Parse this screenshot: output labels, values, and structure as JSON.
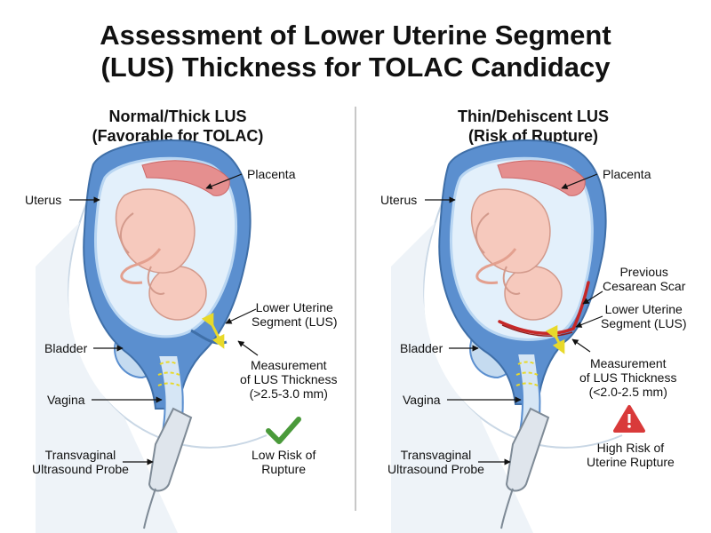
{
  "title": {
    "line1": "Assessment of Lower Uterine Segment",
    "line2": "(LUS) Thickness for TOLAC Candidacy"
  },
  "left": {
    "heading1": "Normal/Thick LUS",
    "heading2": "(Favorable for TOLAC)",
    "labels": {
      "uterus": "Uterus",
      "placenta": "Placenta",
      "lus1": "Lower Uterine",
      "lus2": "Segment (LUS)",
      "bladder": "Bladder",
      "meas1": "Measurement",
      "meas2": "of LUS Thickness",
      "meas3": "(>2.5-3.0 mm)",
      "vagina": "Vagina",
      "probe1": "Transvaginal",
      "probe2": "Ultrasound Probe",
      "risk1": "Low Risk of",
      "risk2": "Rupture"
    },
    "status_icon": "check-icon",
    "status_color": "#4a9a3a"
  },
  "right": {
    "heading1": "Thin/Dehiscent LUS",
    "heading2": "(Risk of Rupture)",
    "labels": {
      "uterus": "Uterus",
      "placenta": "Placenta",
      "scar1": "Previous",
      "scar2": "Cesarean Scar",
      "lus1": "Lower Uterine",
      "lus2": "Segment (LUS)",
      "bladder": "Bladder",
      "meas1": "Measurement",
      "meas2": "of LUS Thickness",
      "meas3": "(<2.0-2.5 mm)",
      "vagina": "Vagina",
      "probe1": "Transvaginal",
      "probe2": "Ultrasound Probe",
      "risk1": "High Risk of",
      "risk2": "Uterine Rupture"
    },
    "status_icon": "warning-icon",
    "status_color": "#d93a3a"
  },
  "colors": {
    "uterine_wall": "#5b8fcf",
    "uterine_inner": "#b9d6f2",
    "amniotic": "#e3f0fb",
    "placenta": "#e58f8f",
    "fetus": "#f6c9bd",
    "scar": "#c62828",
    "measure_arrow": "#e8d92a"
  }
}
